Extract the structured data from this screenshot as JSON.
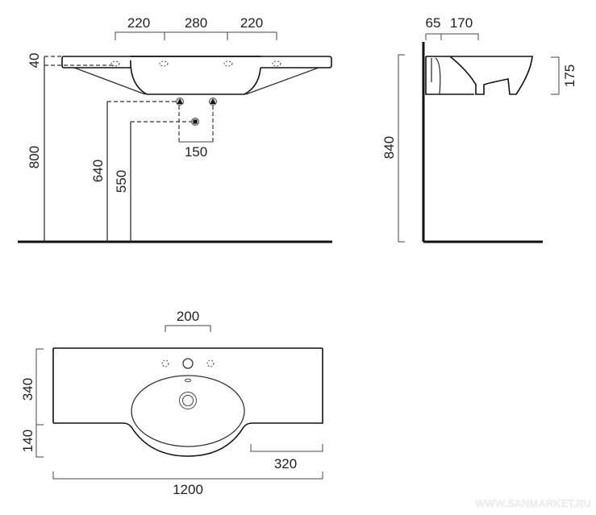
{
  "front_view": {
    "dims": {
      "left_spacing": "220",
      "center_spacing": "280",
      "right_spacing": "220",
      "thickness": "40",
      "height": "800",
      "supply_height": "640",
      "drain_height": "550",
      "supply_spacing": "150"
    }
  },
  "side_view": {
    "dims": {
      "wall_offset": "65",
      "depth_to_bowl": "170",
      "bowl_height": "175",
      "total_height": "840"
    }
  },
  "plan_view": {
    "dims": {
      "tap_spacing": "200",
      "depth": "340",
      "bowl_protrusion": "140",
      "side_shelf": "320",
      "width": "1200"
    }
  },
  "watermark": "WWW.SANMARKET.RU"
}
